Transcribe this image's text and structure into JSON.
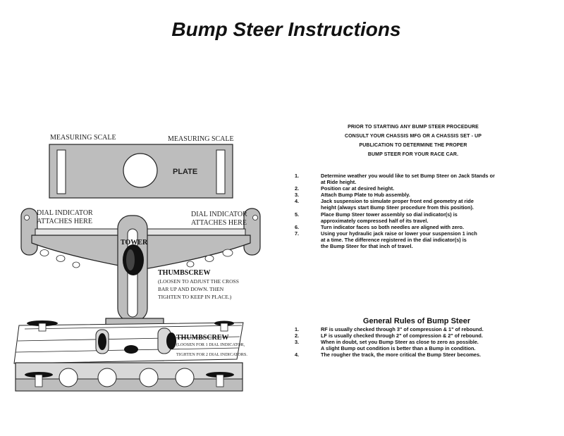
{
  "title": "Bump Steer Instructions",
  "diagram": {
    "measuring_scale_left": "MEASURING SCALE",
    "measuring_scale_right": "MEASURING SCALE",
    "plate": "PLATE",
    "dial_indicator_left_1": "DIAL INDICATOR",
    "dial_indicator_left_2": "ATTACHES HERE",
    "dial_indicator_right_1": "DIAL INDICATOR",
    "dial_indicator_right_2": "ATTACHES HERE",
    "tower": "TOWER",
    "thumbscrew_upper": "THUMBSCREW",
    "thumbscrew_upper_note_1": "(LOOSEN TO ADJUST THE CROSS",
    "thumbscrew_upper_note_2": "BAR UP AND DOWN.  THEN",
    "thumbscrew_upper_note_3": "TIGHTEN TO KEEP IN PLACE.)",
    "thumbscrew_lower": "THUMBSCREW",
    "thumbscrew_lower_note_1": "(LOOSEN FOR 1 DIAL INDICATOR,",
    "thumbscrew_lower_note_2": "TIGHTEN FOR 2 DIAL INDICATORS."
  },
  "intro": {
    "line1": "PRIOR TO STARTING ANY BUMP STEER PROCEDURE",
    "line2": "CONSULT YOUR CHASSIS MFG OR A CHASSIS SET - UP",
    "line3": "PUBLICATION TO DETERMINE THE PROPER",
    "line4": "BUMP STEER FOR YOUR RACE CAR."
  },
  "steps": [
    {
      "num": "1.",
      "lines": [
        "Determine weather you would like to set Bump Steer on Jack Stands or",
        "at Ride height."
      ]
    },
    {
      "num": "2.",
      "lines": [
        "Position car at desired height."
      ]
    },
    {
      "num": "3.",
      "lines": [
        "Attach Bump Plate to Hub assembly."
      ]
    },
    {
      "num": "4.",
      "lines": [
        "Jack suspension to simulate proper front end geometry at ride",
        "height (always start Bump Steer procedure from this position)."
      ]
    },
    {
      "num": "5.",
      "lines": [
        "Place Bump Steer tower assembly so dial indicator(s) is",
        "approximately compressed half of its travel."
      ]
    },
    {
      "num": "6.",
      "lines": [
        "Turn indicator faces so both needles are aligned with zero."
      ]
    },
    {
      "num": "7.",
      "lines": [
        "Using your hydraulic jack raise or lower your suspension 1 inch",
        "at a time.  The difference registered in the dial indicator(s) is",
        "the Bump Steer for that inch of travel."
      ]
    }
  ],
  "rules_heading": "General Rules of Bump Steer",
  "rules": [
    {
      "num": "1.",
      "lines": [
        "RF is usually checked through 3\" of compression & 1\" of rebound."
      ]
    },
    {
      "num": "2.",
      "lines": [
        "LF is usually checked through 2\" of compression & 2\" of rebound."
      ]
    },
    {
      "num": "3.",
      "lines": [
        "When in doubt, set you Bump Steer as close to zero as possible.",
        "A slight Bump out condition is better than a Bump in condition."
      ]
    },
    {
      "num": "4.",
      "lines": [
        "The rougher the track, the more critical the Bump Steer becomes."
      ]
    }
  ]
}
